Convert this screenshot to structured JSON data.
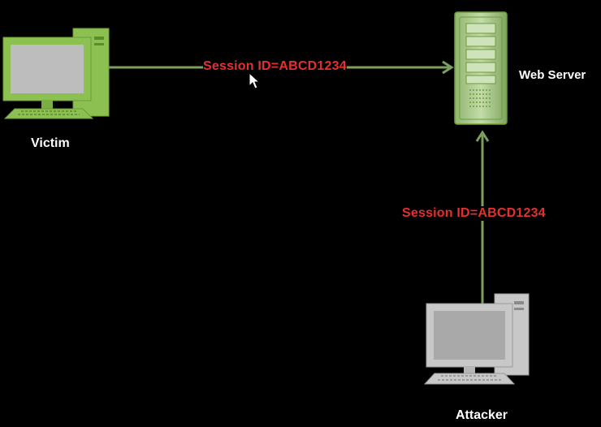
{
  "nodes": {
    "victim": {
      "label": "Victim"
    },
    "server": {
      "label": "Web Server"
    },
    "attacker": {
      "label": "Attacker"
    }
  },
  "edges": {
    "victim_to_server": {
      "label": "Session ID=ABCD1234"
    },
    "attacker_to_server": {
      "label": "Session ID=ABCD1234"
    }
  },
  "colors": {
    "background": "#000000",
    "victim": "#8cc152",
    "server": "#a9c98a",
    "attacker": "#c8c8c8",
    "line": "#7ba05b",
    "session_label": "#e53030",
    "node_label": "#ffffff"
  },
  "icons": {
    "victim": "desktop-computer-icon",
    "server": "server-tower-icon",
    "attacker": "desktop-computer-icon",
    "cursor": "mouse-pointer-icon"
  }
}
